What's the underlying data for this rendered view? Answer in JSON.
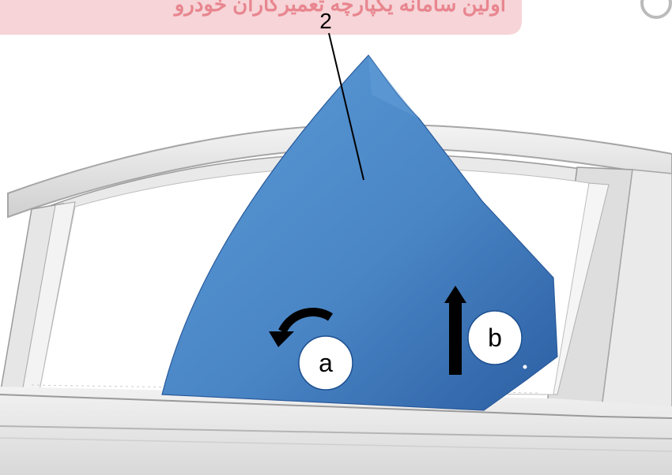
{
  "banner": {
    "text": "اولین سامانه یکپارچه تعمیرکاران خودرو",
    "color": "#e8868f"
  },
  "callouts": {
    "part_number": "2",
    "label_a": "a",
    "label_b": "b"
  },
  "colors": {
    "glass": "#4a86c6",
    "glass_dark": "#2f62a6",
    "arrow": "#000000",
    "door_frame": "#dcdcdc"
  },
  "icons": {
    "rotate_arrow": "counterclockwise-curved-arrow-icon",
    "lift_arrow": "up-arrow-icon"
  }
}
